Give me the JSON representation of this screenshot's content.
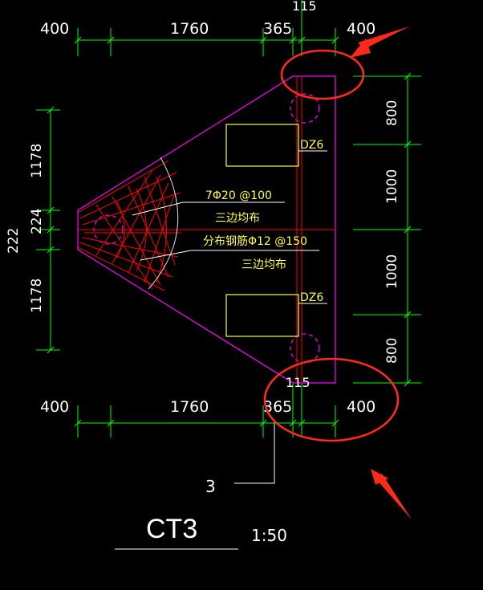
{
  "colors": {
    "background": "#000000",
    "dimension": "#00ff00",
    "outline": "#ff00ff",
    "rebar": "#ff0000",
    "label": "#ffff00",
    "text": "#ffffff",
    "annotation": "#ff2a1a"
  },
  "dims": {
    "top_115": "115",
    "top_400_left": "400",
    "top_1760": "1760",
    "top_365": "365",
    "top_400_right": "400",
    "bottom_400_left": "400",
    "bottom_1760": "1760",
    "bottom_365": "365",
    "bottom_115": "115",
    "bottom_400_right": "400",
    "right_800_top": "800",
    "right_1000_top": "1000",
    "right_1000_bottom": "1000",
    "right_800_bottom": "800",
    "left_1178_top": "1178",
    "left_224": "224",
    "left_222": "222",
    "left_1178_bottom": "1178"
  },
  "labels": {
    "dz6_top": "DZ6",
    "dz6_bottom": "DZ6",
    "rebar_main": "7Φ20 @100",
    "rebar_main_note": "三边均布",
    "rebar_dist": "分布钢筋Φ12 @150",
    "rebar_dist_note": "三边均布",
    "section_marker": "3",
    "drawing_title": "CT3",
    "scale": "1:50"
  },
  "annotations": {
    "circles": [
      "highlight-circle-top",
      "highlight-circle-bottom"
    ],
    "arrows": [
      "arrow-top",
      "arrow-bottom"
    ]
  }
}
